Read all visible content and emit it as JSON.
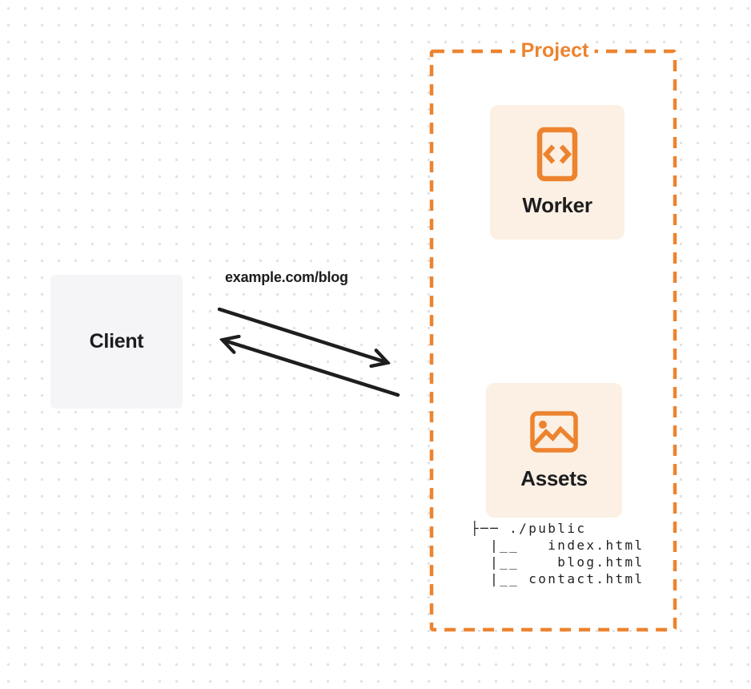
{
  "client": {
    "label": "Client"
  },
  "request": {
    "url_label": "example.com/blog"
  },
  "project": {
    "label": "Project",
    "worker": {
      "label": "Worker"
    },
    "assets": {
      "label": "Assets",
      "tree_lines": [
        "├── ./public",
        "  |__   index.html",
        "  |__    blog.html",
        "  |__ contact.html"
      ]
    }
  },
  "icons": {
    "worker": "code-brackets-file-icon",
    "assets": "image-icon",
    "arrows": "request-response-arrows"
  },
  "colors": {
    "accent": "#ed832f",
    "card_bg": "#fbf0e3",
    "client_bg": "#f5f5f7",
    "project_fill": "#ffffff",
    "arrow": "#1e1e1e",
    "text": "#1c1c1e"
  }
}
